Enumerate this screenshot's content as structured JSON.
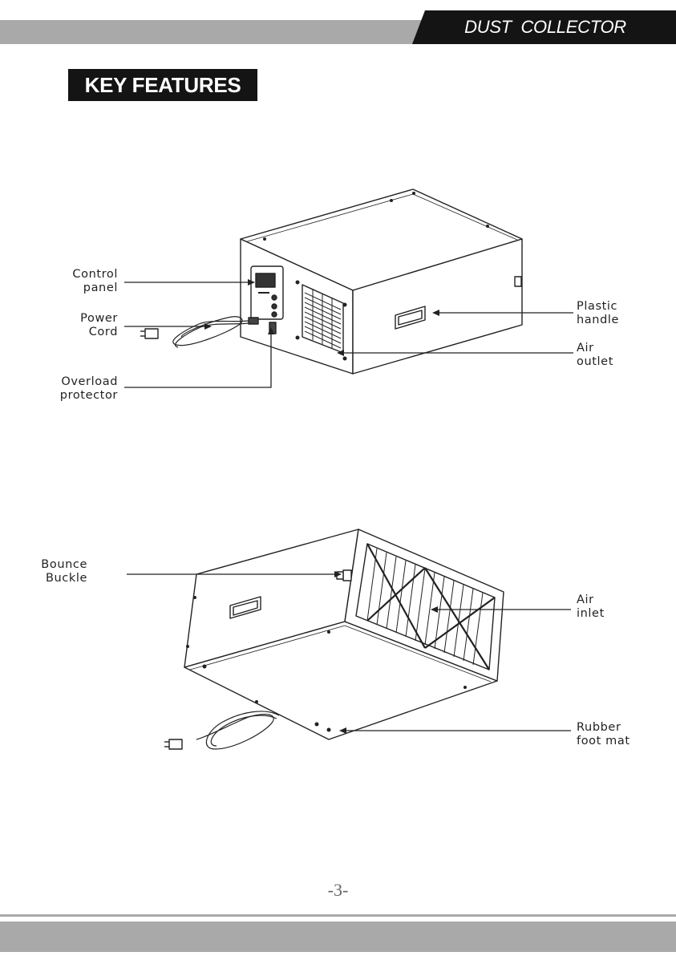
{
  "header": {
    "title": "DUST  COLLECTOR"
  },
  "section": {
    "title": "KEY FEATURES"
  },
  "labels": {
    "control_panel": [
      "Control",
      "panel"
    ],
    "power_cord": [
      "Power",
      "Cord"
    ],
    "overload_protector": [
      "Overload",
      "protector"
    ],
    "plastic_handle": [
      "Plastic",
      "handle"
    ],
    "air_outlet": [
      "Air",
      "outlet"
    ],
    "bounce_buckle": [
      "Bounce",
      "Buckle"
    ],
    "air_inlet": [
      "Air",
      "inlet"
    ],
    "rubber_foot_mat": [
      "Rubber",
      "foot mat"
    ]
  },
  "footer": {
    "page_number": "-3-"
  }
}
